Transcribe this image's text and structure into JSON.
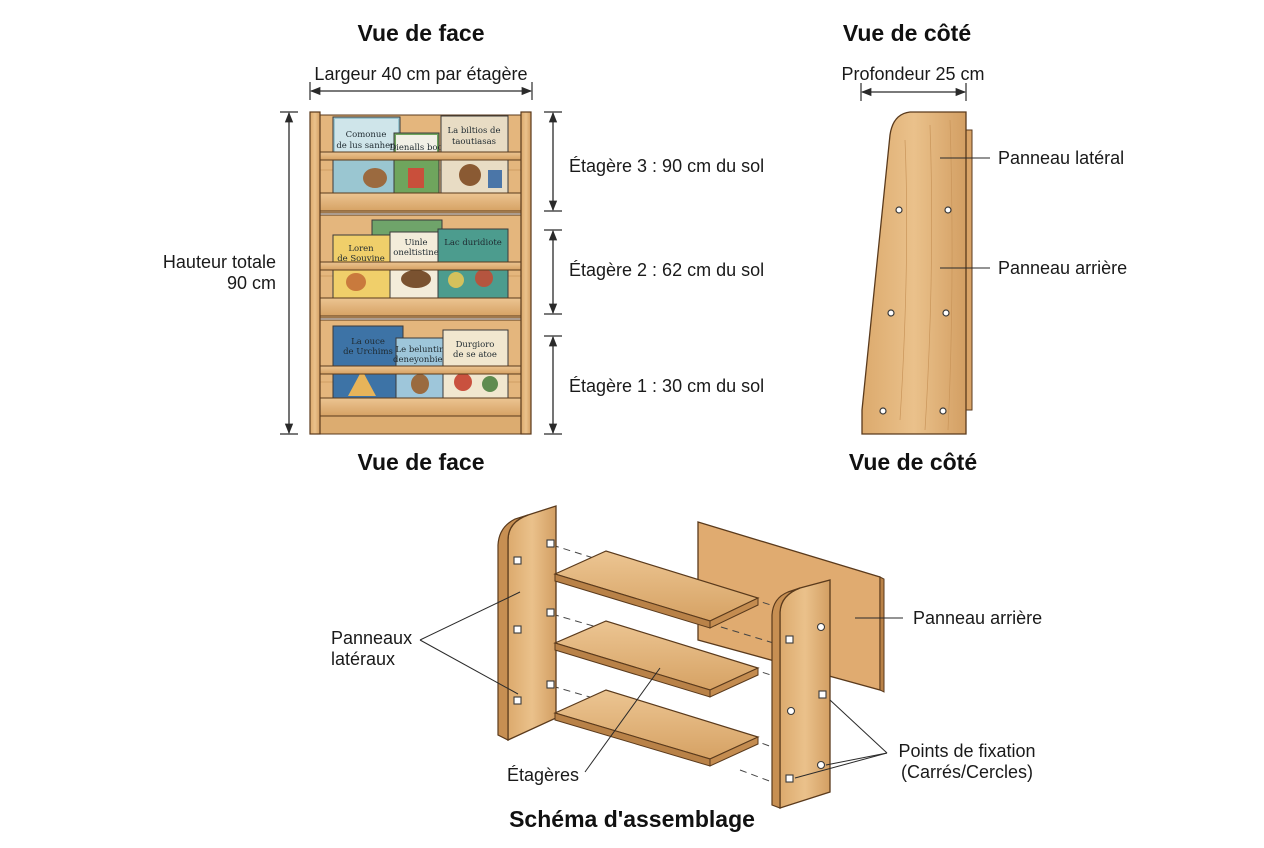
{
  "titles": {
    "front_top": "Vue de face",
    "side_top": "Vue de côté",
    "front_bottom": "Vue de face",
    "side_bottom": "Vue de côté",
    "assembly": "Schéma d'assemblage"
  },
  "front_view": {
    "width_label": "Largeur 40 cm par étagère",
    "height_label_line1": "Hauteur totale",
    "height_label_line2": "90 cm",
    "shelves": [
      {
        "label": "Étagère 3 : 90 cm du sol",
        "books": [
          "Comonue de lus sanhen",
          "Dienalls boo",
          "La biltios de taoutiasas"
        ]
      },
      {
        "label": "Étagère 2 : 62 cm du sol",
        "books": [
          "Loren de Souvine",
          "Uinle oneltistine",
          "Lac duridiote"
        ]
      },
      {
        "label": "Étagère 1 : 30 cm du sol",
        "books": [
          "La ouce de Urchims",
          "Le beluntin deneyonbies",
          "Durgioro de se atoe"
        ]
      }
    ]
  },
  "side_view": {
    "depth_label": "Profondeur 25 cm",
    "side_panel_label": "Panneau latéral",
    "back_panel_label": "Panneau arrière"
  },
  "assembly": {
    "side_panels_line1": "Panneaux",
    "side_panels_line2": "latéraux",
    "back_panel_label": "Panneau arrière",
    "shelves_label": "Étagères",
    "fixing_line1": "Points de fixation",
    "fixing_line2": "(Carrés/Cercles)"
  },
  "colors": {
    "wood_light": "#e8be87",
    "wood_mid": "#d7a468",
    "wood_dark": "#b98248",
    "outline": "#5a3a1c",
    "dimension_line": "#2a2a2a"
  }
}
